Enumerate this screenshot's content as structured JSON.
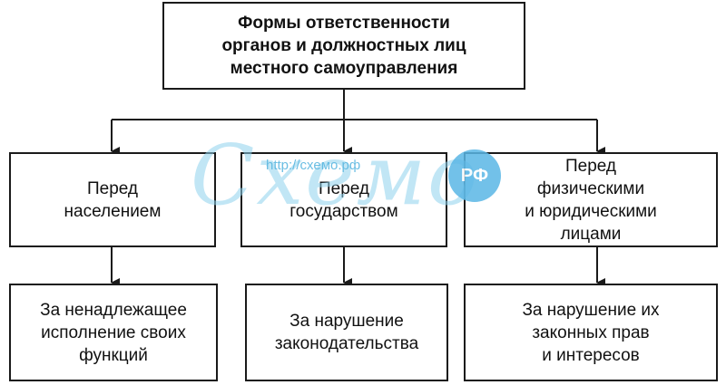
{
  "diagram": {
    "root": "Формы ответственности\nорганов и должностных лиц\nместного самоуправления",
    "branches": [
      {
        "label": "Перед\nнаселением",
        "result": "За ненадлежащее\nисполнение своих\nфункций"
      },
      {
        "label": "Перед\nгосударством",
        "result": "За нарушение\nзаконодательства"
      },
      {
        "label": "Перед\nфизическими\nи юридическими\nлицами",
        "result": "За нарушение их\nзаконных  прав\nи интересов"
      }
    ]
  },
  "watermark": {
    "script_text": "Схемо",
    "url": "http://схемо.рф",
    "badge": "РФ"
  },
  "colors": {
    "line": "#1a1a1a",
    "watermark": "#5ab7e6"
  }
}
